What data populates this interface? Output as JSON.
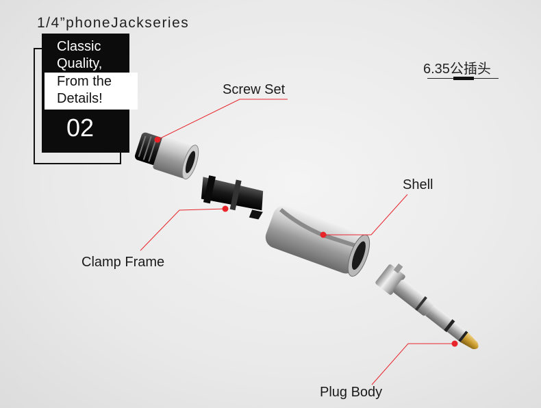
{
  "series_title": "1/4”phoneJackseries",
  "badge": {
    "line1": "Classic",
    "line2": "Quality,",
    "line3": "From the",
    "line4": "Details!",
    "number": "02"
  },
  "chinese_label": "6.35公插头",
  "callouts": {
    "screw_set": "Screw Set",
    "clamp_frame": "Clamp Frame",
    "shell": "Shell",
    "plug_body": "Plug Body"
  },
  "colors": {
    "badge_black": "#0c0c0c",
    "callout_dot": "#e8242b",
    "callout_line": "#e8242b",
    "gold_tip": "#c89a2e"
  }
}
